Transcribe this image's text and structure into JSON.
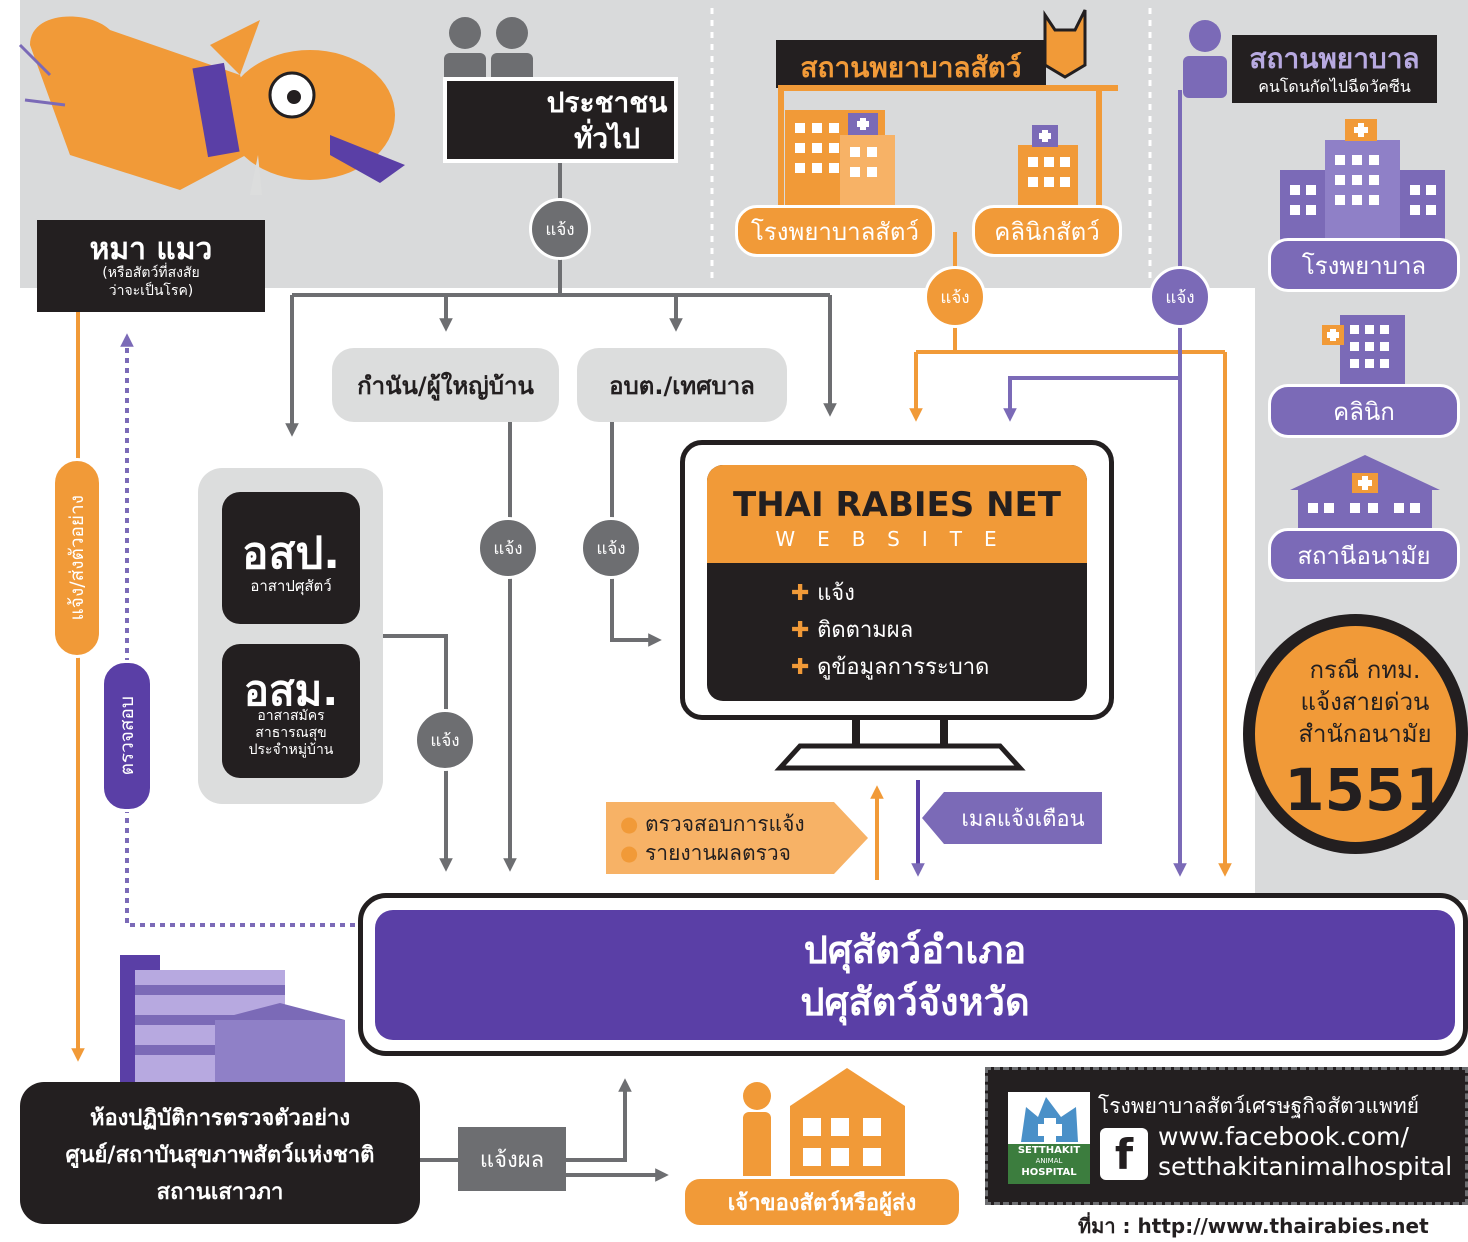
{
  "colors": {
    "orange": "#f19a38",
    "purple": "#7b6ab7",
    "deep_purple": "#5a3fa6",
    "grey": "#6d6e71",
    "light_grey": "#d9dadb",
    "black": "#231f20"
  },
  "animal": {
    "title": "หมา แมว",
    "subtitle_line1": "(หรือสัตว์ที่สงสัย",
    "subtitle_line2": "ว่าจะเป็นโรค)",
    "icon": "rabid-dog-icon"
  },
  "public": {
    "line1": "ประชาชน",
    "line2": "ทั่วไป",
    "icon": "people-icon"
  },
  "vet_hospital_group": {
    "title": "สถานพยาบาลสัตว์",
    "hospital_label": "โรงพยาบาลสัตว์",
    "clinic_label": "คลินิกสัตว์"
  },
  "human_hospital_group": {
    "title": "สถานพยาบาล",
    "subtitle": "คนโดนกัดไปฉีดวัคซีน",
    "hospital_label": "โรงพยาบาล",
    "clinic_label": "คลินิก",
    "health_station_label": "สถานีอนามัย"
  },
  "report_label": "แจ้ง",
  "kamnan": "กำนัน/ผู้ใหญ่บ้าน",
  "sao": "อบต./เทศบาล",
  "oso_po": {
    "abbr": "อสป.",
    "full": "อาสาปศุสัตว์"
  },
  "oso_mo": {
    "abbr": "อสม.",
    "full_line1": "อาสาสมัคร",
    "full_line2": "สาธารณสุข",
    "full_line3": "ประจำหมู่บ้าน"
  },
  "monitor": {
    "title": "THAI RABIES NET",
    "subtitle": "WEBSITE",
    "items": [
      "แจ้ง",
      "ติดตามผล",
      "ดูข้อมูลการระบาด"
    ],
    "icon": "monitor-icon"
  },
  "bkk": {
    "line1": "กรณี กทม.",
    "line2": "แจ้งสายด่วน",
    "line3": "สำนักอนามัย",
    "number": "1551"
  },
  "side_labels": {
    "report_send_sample": "แจ้ง/ส่งตัวอย่าง",
    "inspect": "ตรวจสอบ"
  },
  "verify": {
    "item1": "ตรวจสอบการแจ้ง",
    "item2": "รายงานผลตรวจ"
  },
  "email_alert": "เมลแจ้งเตือน",
  "livestock": {
    "line1": "ปศุสัตว์อำเภอ",
    "line2": "ปศุสัตว์จังหวัด"
  },
  "lab": {
    "line1": "ห้องปฏิบัติการตรวจตัวอย่าง",
    "line2": "ศูนย์/สถาบันสุขภาพสัตว์แห่งชาติ",
    "line3": "สถานเสาวภา"
  },
  "report_result": "แจ้งผล",
  "owner": "เจ้าของสัตว์หรือผู้ส่ง",
  "credit": {
    "hospital_name": "โรงพยาบาลสัตว์เศรษฐกิจสัตวแพทย์",
    "url_line1": "www.facebook.com/",
    "url_line2": "setthakitanimalhospital",
    "logo_text_1": "SETTHAKIT",
    "logo_text_2": "HOSPITAL",
    "logo_text_3": "ANIMAL"
  },
  "source": "ที่มา : http://www.thairabies.net"
}
